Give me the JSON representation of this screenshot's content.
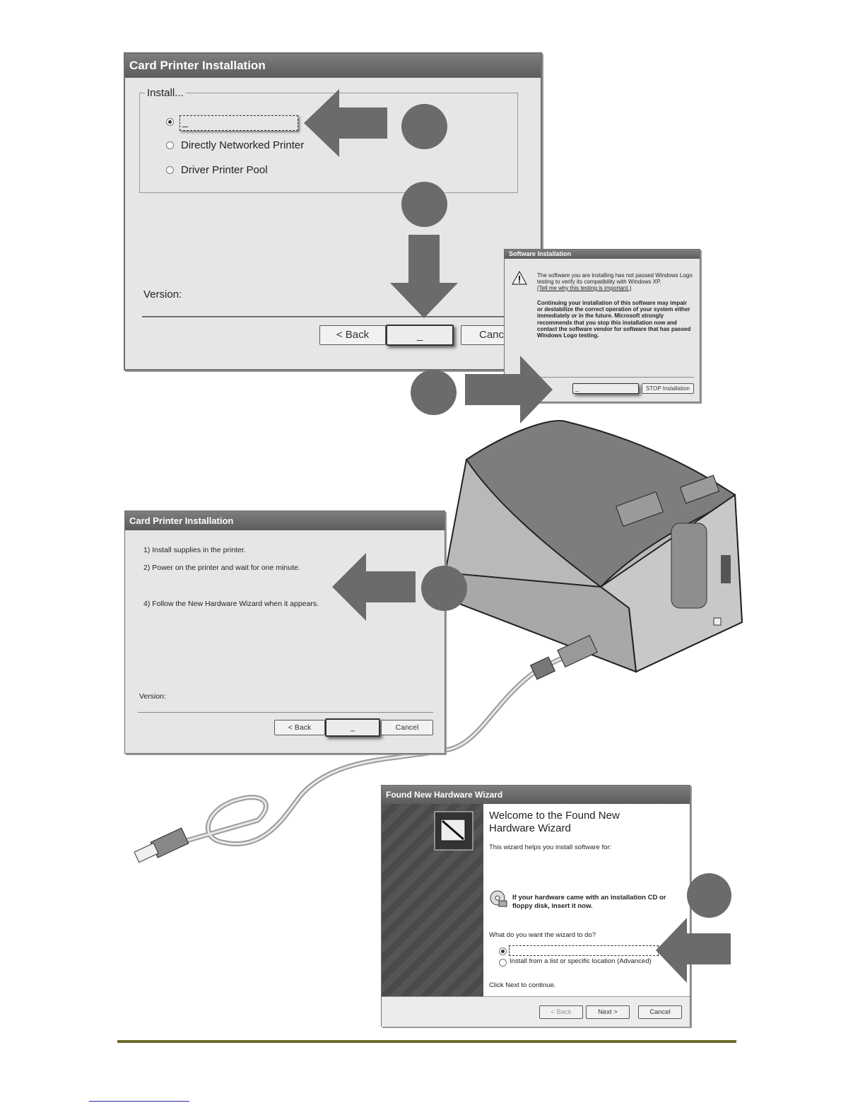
{
  "dialog1": {
    "title": "Card Printer Installation",
    "group_label": "Install...",
    "options": [
      "_",
      "Directly Networked Printer",
      "Driver Printer Pool"
    ],
    "version_label": "Version:",
    "back_label": "< Back",
    "next_label": "_",
    "cancel_label": "Cance"
  },
  "software_dialog": {
    "title": "Software Installation",
    "line1": "The software you are installing has not passed Windows Logo",
    "line2": "testing to verify its compatibility with Windows XP.",
    "link": "(Tell me why this testing is important.)",
    "warning": "Continuing your installation of this software may impair or destabilize the correct operation of your system either immediately or in the future. Microsoft strongly recommends that you stop this installation now and contact the software vendor for software that has passed Windows Logo testing.",
    "continue_label": "_",
    "stop_label": "STOP Installation"
  },
  "dialog2": {
    "title": "Card Printer Installation",
    "steps": [
      "1)  Install supplies in the printer.",
      "2)  Power on the printer and wait for one minute.",
      "4)  Follow the New Hardware Wizard when it appears."
    ],
    "version_label": "Version:",
    "back_label": "< Back",
    "next_label": "_",
    "cancel_label": "Cancel"
  },
  "wizard": {
    "title": "Found New Hardware Wizard",
    "heading": "Welcome to the Found New Hardware Wizard",
    "intro": "This wizard helps you install software for:",
    "cd_note": "If your hardware came with an installation CD or floppy disk, insert it now.",
    "question": "What do you want the wizard to do?",
    "option_advanced": "Install from a list or specific location (Advanced)",
    "continue_note": "Click Next to continue.",
    "back_label": "< Back",
    "next_label": "Next >",
    "cancel_label": "Cancel"
  },
  "colors": {
    "callout": "#6b6b6b",
    "footer_rule": "#6b6b2a",
    "footer_link": "#2a2ab0"
  }
}
